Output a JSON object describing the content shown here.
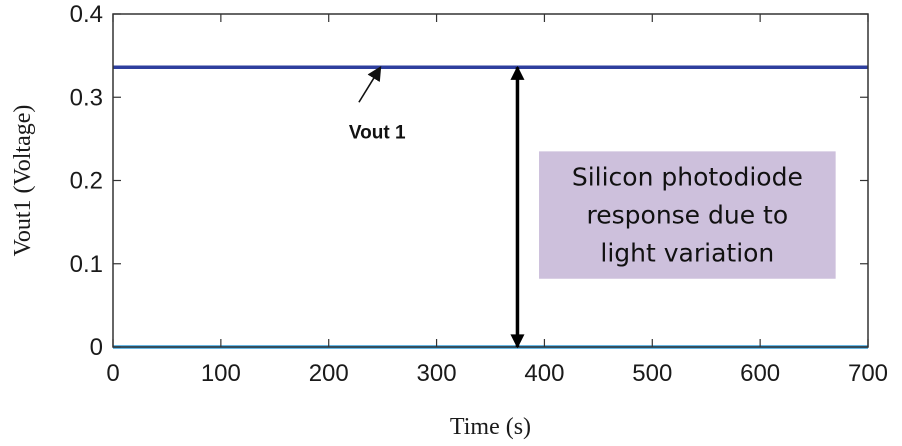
{
  "chart_data": {
    "type": "line",
    "title": "",
    "xlabel": "Time (s)",
    "ylabel": "Vout1 (Voltage)",
    "xlim": [
      0,
      700
    ],
    "ylim": [
      0,
      0.4
    ],
    "xticks": [
      0,
      100,
      200,
      300,
      400,
      500,
      600,
      700
    ],
    "yticks": [
      0,
      0.1,
      0.2,
      0.3,
      0.4
    ],
    "ytick_labels": [
      "0",
      "0.1",
      "0.2",
      "0.3",
      "0.4"
    ],
    "grid": false,
    "series": [
      {
        "x": [
          0,
          700
        ],
        "y": [
          0.336,
          0.336
        ],
        "color": "#2e3f9e"
      },
      {
        "x": [
          0,
          700
        ],
        "y": [
          0,
          0
        ],
        "color": "#39a0dc"
      }
    ],
    "annotations": {
      "vout_label": {
        "text": "Vout 1",
        "text_at": [
          245,
          0.26
        ],
        "arrow_from": [
          228,
          0.294
        ],
        "arrow_to": [
          248,
          0.336
        ]
      },
      "double_arrow": {
        "x": 375,
        "y_from": 0.336,
        "y_to": 0
      },
      "response_box": {
        "lines": [
          "Silicon photodiode",
          "response due to",
          "light variation"
        ],
        "x_range": [
          395,
          670
        ],
        "y_range": [
          0.082,
          0.235
        ],
        "fill": "#cdc0dc"
      }
    }
  }
}
